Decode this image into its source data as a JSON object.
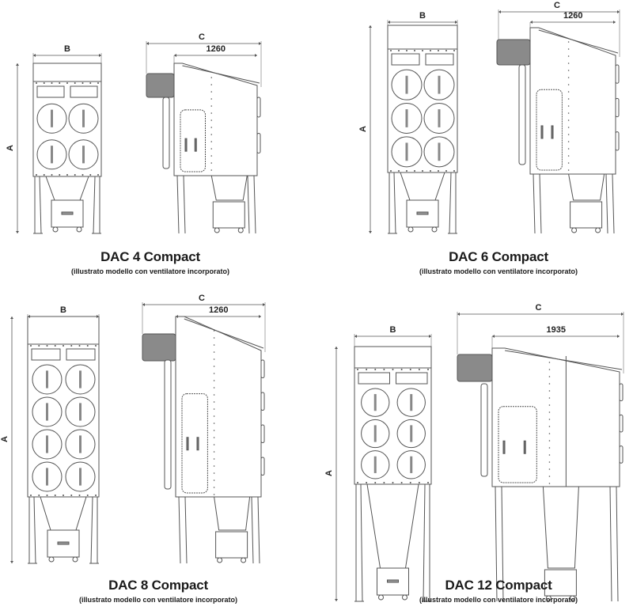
{
  "models": [
    {
      "title": "DAC 4 Compact",
      "subtitle": "(illustrato modello con ventilatore incorporato)",
      "dim_a": "A",
      "dim_b": "B",
      "dim_c": "C",
      "depth": "1260",
      "filter_rows": 2
    },
    {
      "title": "DAC 6 Compact",
      "subtitle": "(illustrato modello con ventilatore incorporato)",
      "dim_a": "A",
      "dim_b": "B",
      "dim_c": "C",
      "depth": "1260",
      "filter_rows": 3
    },
    {
      "title": "DAC 8 Compact",
      "subtitle": "(illustrato modello con ventilatore incorporato)",
      "dim_a": "A",
      "dim_b": "B",
      "dim_c": "C",
      "depth": "1260",
      "filter_rows": 4
    },
    {
      "title": "DAC 12 Compact",
      "subtitle": "(illustrato modello con ventilatore incorporato)",
      "dim_a": "A",
      "dim_b": "B",
      "dim_c": "C",
      "depth": "1935",
      "filter_rows": 3
    }
  ],
  "colors": {
    "line": "#555555",
    "fill": "#ffffff",
    "motor": "#8a8a8a"
  }
}
